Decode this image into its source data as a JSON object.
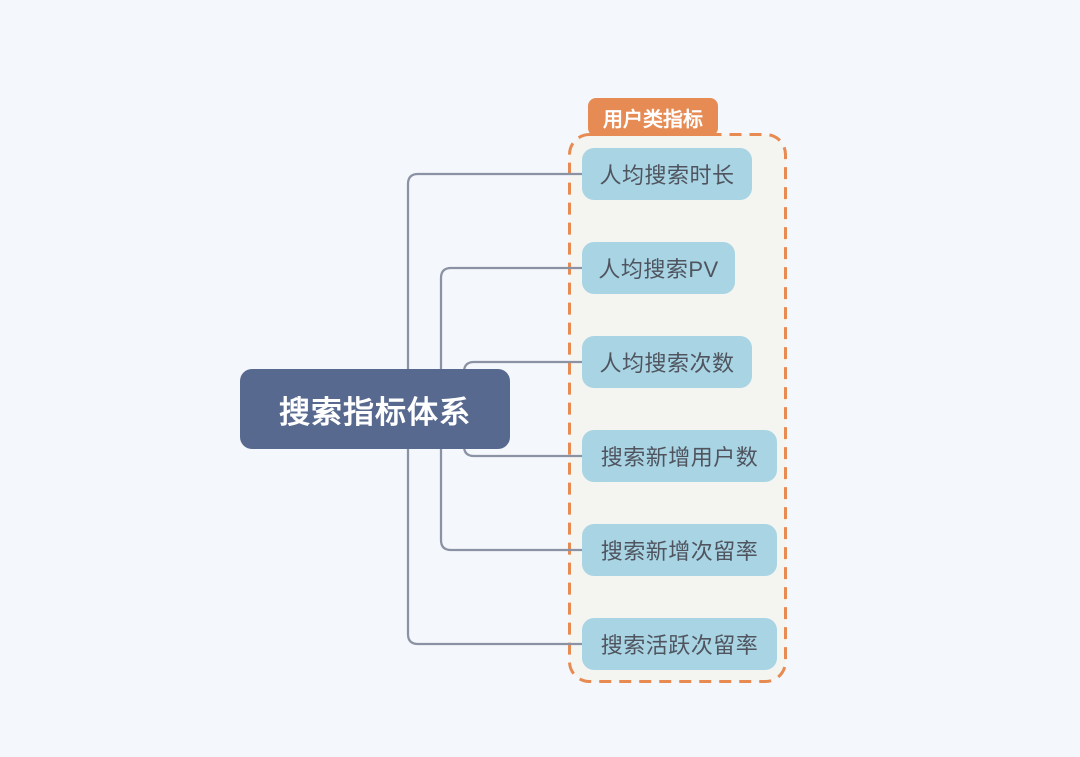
{
  "diagram": {
    "title": "搜索指标体系",
    "root": {
      "label": "搜索指标体系"
    },
    "group": {
      "label": "用户类指标",
      "items": [
        {
          "label": "人均搜索时长"
        },
        {
          "label": "人均搜索PV"
        },
        {
          "label": "人均搜索次数"
        },
        {
          "label": "搜索新增用户数"
        },
        {
          "label": "搜索新增次留率"
        },
        {
          "label": "搜索活跃次留率"
        }
      ]
    },
    "colors": {
      "background": "#f4f7fc",
      "root-fill": "#58698f",
      "root-text": "#ffffff",
      "metric-fill": "#a8d4e4",
      "metric-text": "#4f545e",
      "group-fill": "#f4f4f1",
      "group-border": "#e78b52",
      "group-label-fill": "#e68b54",
      "group-label-text": "#ffffff",
      "connector": "#8a92a3"
    }
  }
}
